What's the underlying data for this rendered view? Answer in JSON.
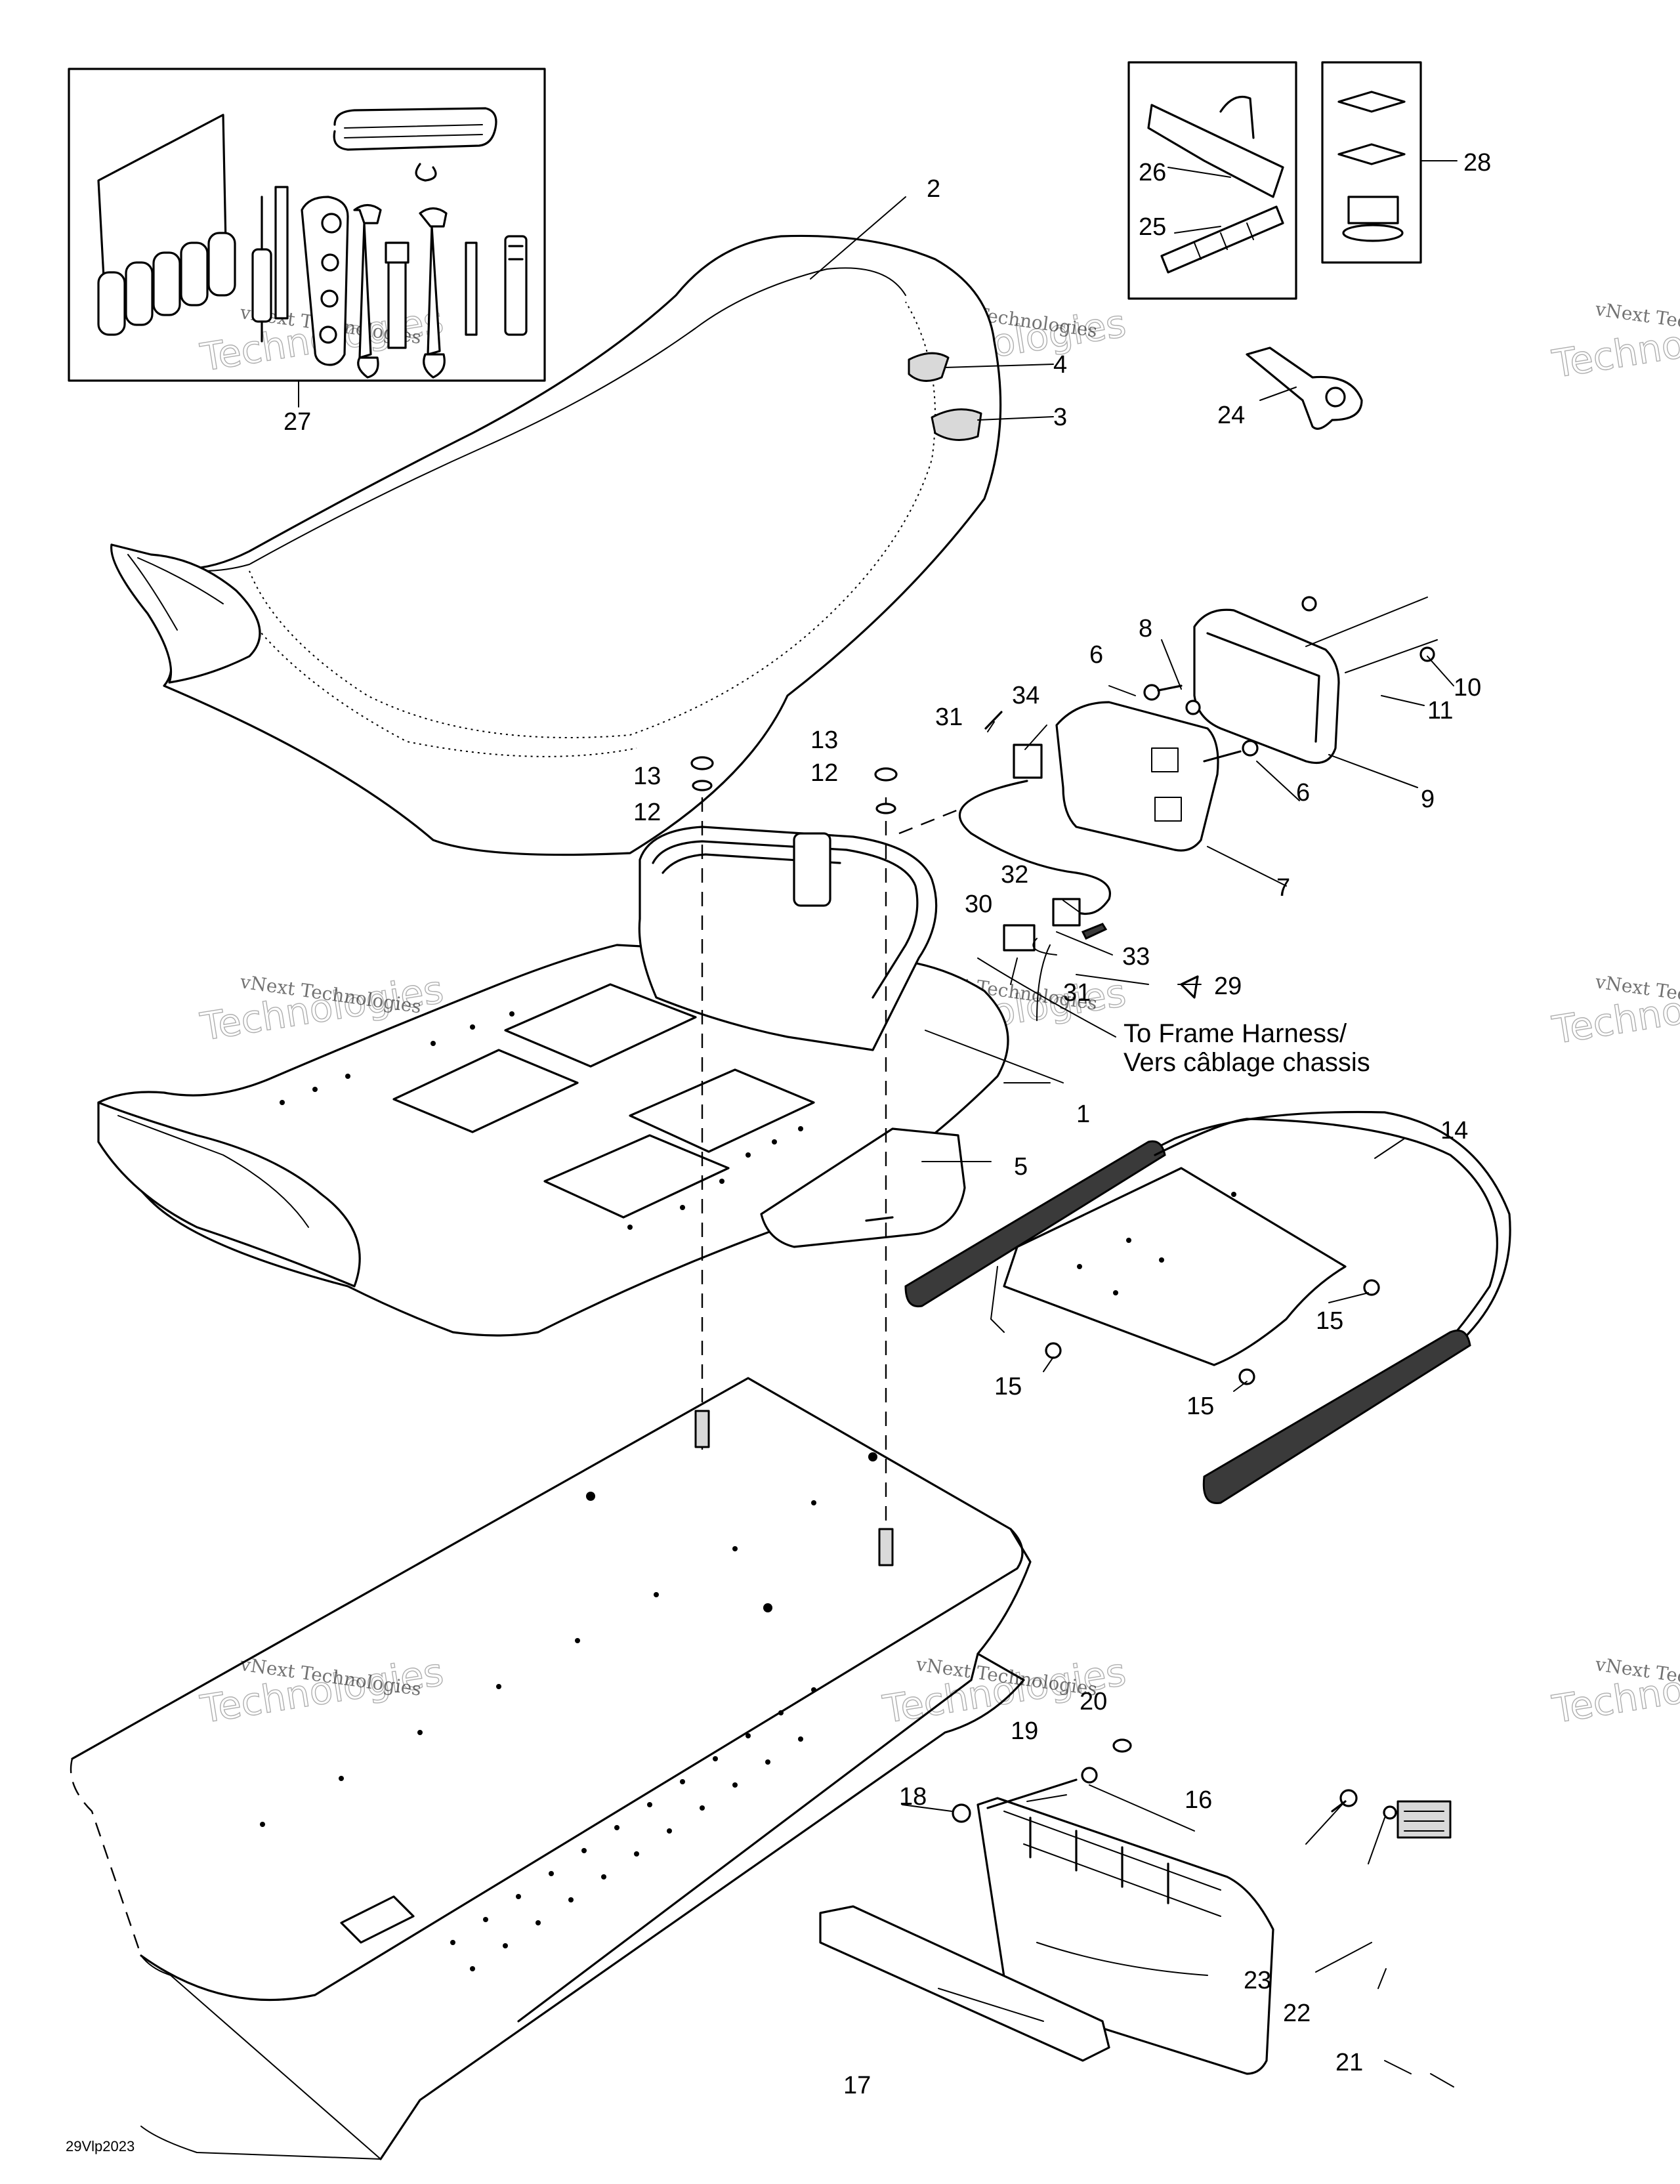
{
  "diagram": {
    "callouts": [
      {
        "id": "c1",
        "text": "1"
      },
      {
        "id": "c2",
        "text": "2"
      },
      {
        "id": "c3",
        "text": "3"
      },
      {
        "id": "c4",
        "text": "4"
      },
      {
        "id": "c5",
        "text": "5"
      },
      {
        "id": "c6a",
        "text": "6"
      },
      {
        "id": "c6b",
        "text": "6"
      },
      {
        "id": "c7",
        "text": "7"
      },
      {
        "id": "c8",
        "text": "8"
      },
      {
        "id": "c9",
        "text": "9"
      },
      {
        "id": "c10",
        "text": "10"
      },
      {
        "id": "c11",
        "text": "11"
      },
      {
        "id": "c12a",
        "text": "12"
      },
      {
        "id": "c12b",
        "text": "12"
      },
      {
        "id": "c13a",
        "text": "13"
      },
      {
        "id": "c13b",
        "text": "13"
      },
      {
        "id": "c14",
        "text": "14"
      },
      {
        "id": "c15a",
        "text": "15"
      },
      {
        "id": "c15b",
        "text": "15"
      },
      {
        "id": "c15c",
        "text": "15"
      },
      {
        "id": "c16",
        "text": "16"
      },
      {
        "id": "c17",
        "text": "17"
      },
      {
        "id": "c18",
        "text": "18"
      },
      {
        "id": "c19",
        "text": "19"
      },
      {
        "id": "c20",
        "text": "20"
      },
      {
        "id": "c21",
        "text": "21"
      },
      {
        "id": "c22",
        "text": "22"
      },
      {
        "id": "c23",
        "text": "23"
      },
      {
        "id": "c24",
        "text": "24"
      },
      {
        "id": "c25",
        "text": "25"
      },
      {
        "id": "c26",
        "text": "26"
      },
      {
        "id": "c27",
        "text": "27"
      },
      {
        "id": "c28",
        "text": "28"
      },
      {
        "id": "c29",
        "text": "29"
      },
      {
        "id": "c30",
        "text": "30"
      },
      {
        "id": "c31a",
        "text": "31"
      },
      {
        "id": "c31b",
        "text": "31"
      },
      {
        "id": "c32",
        "text": "32"
      },
      {
        "id": "c33",
        "text": "33"
      },
      {
        "id": "c34",
        "text": "34"
      }
    ],
    "note_line1": "To Frame Harness/",
    "note_line2": "Vers câblage chassis",
    "drawing_code": "29Vlp2023"
  },
  "watermark": {
    "line1": "vNext Technologies",
    "line2": "Technologies",
    "line3": "vNext"
  }
}
